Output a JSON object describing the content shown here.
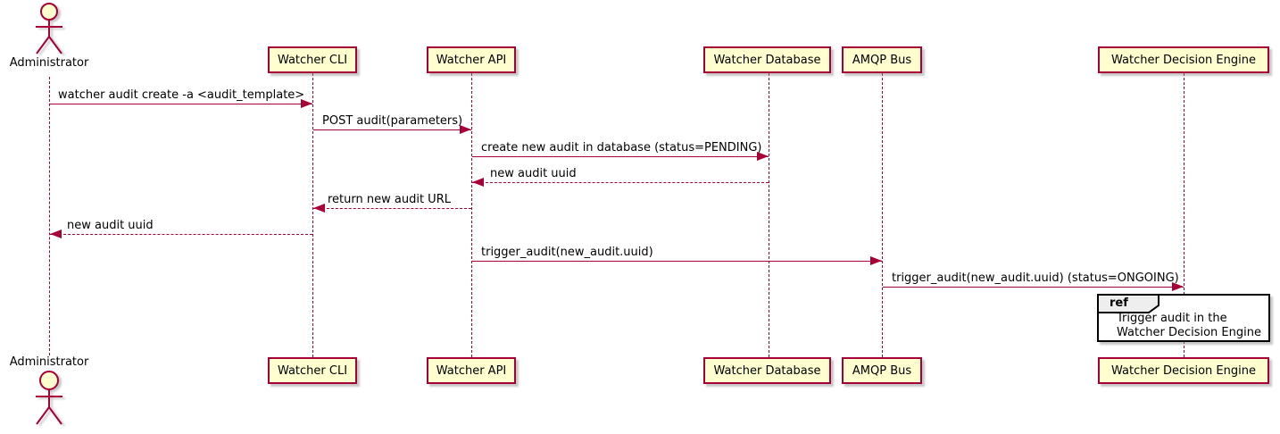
{
  "diagram": {
    "type": "sequence",
    "actor": {
      "label": "Administrator"
    },
    "participants": [
      {
        "id": "watcher-cli",
        "label": "Watcher CLI"
      },
      {
        "id": "watcher-api",
        "label": "Watcher API"
      },
      {
        "id": "watcher-database",
        "label": "Watcher Database"
      },
      {
        "id": "amqp-bus",
        "label": "AMQP Bus"
      },
      {
        "id": "watcher-decision-engine",
        "label": "Watcher Decision Engine"
      }
    ],
    "messages": [
      {
        "from": "Administrator",
        "to": "Watcher CLI",
        "style": "solid",
        "text": "watcher audit create -a <audit_template>"
      },
      {
        "from": "Watcher CLI",
        "to": "Watcher API",
        "style": "solid",
        "text": "POST audit(parameters)"
      },
      {
        "from": "Watcher API",
        "to": "Watcher Database",
        "style": "solid",
        "text": "create new audit in database (status=PENDING)"
      },
      {
        "from": "Watcher Database",
        "to": "Watcher API",
        "style": "dashed",
        "text": "new audit uuid"
      },
      {
        "from": "Watcher API",
        "to": "Watcher CLI",
        "style": "dashed",
        "text": "return new audit URL"
      },
      {
        "from": "Watcher CLI",
        "to": "Administrator",
        "style": "dashed",
        "text": "new audit uuid"
      },
      {
        "from": "Watcher API",
        "to": "AMQP Bus",
        "style": "solid",
        "text": "trigger_audit(new_audit.uuid)"
      },
      {
        "from": "AMQP Bus",
        "to": "Watcher Decision Engine",
        "style": "solid",
        "text": "trigger_audit(new_audit.uuid) (status=ONGOING)"
      }
    ],
    "ref": {
      "keyword": "ref",
      "line1": "Trigger audit in the",
      "line2": "Watcher Decision Engine"
    },
    "colors": {
      "participant_fill": "#FEFECE",
      "border": "#A80036",
      "arrow": "#A80036",
      "text": "#000000",
      "ref_header_fill": "#EEEEEE",
      "ref_border": "#000000"
    }
  }
}
